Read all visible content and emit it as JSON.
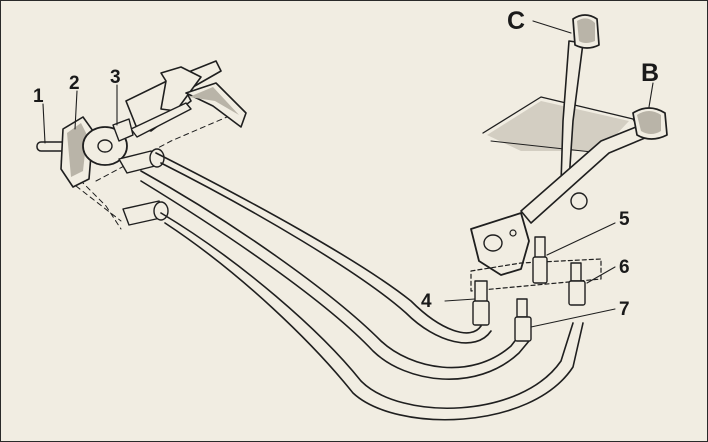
{
  "callouts": {
    "c1": "1",
    "c2": "2",
    "c3": "3",
    "c4": "4",
    "c5": "5",
    "c6": "6",
    "c7": "7",
    "cB": "B",
    "cC": "C"
  },
  "colors": {
    "paper": "#f1ede2",
    "ink": "#1f1f1f",
    "shade": "#b9b4a8"
  }
}
